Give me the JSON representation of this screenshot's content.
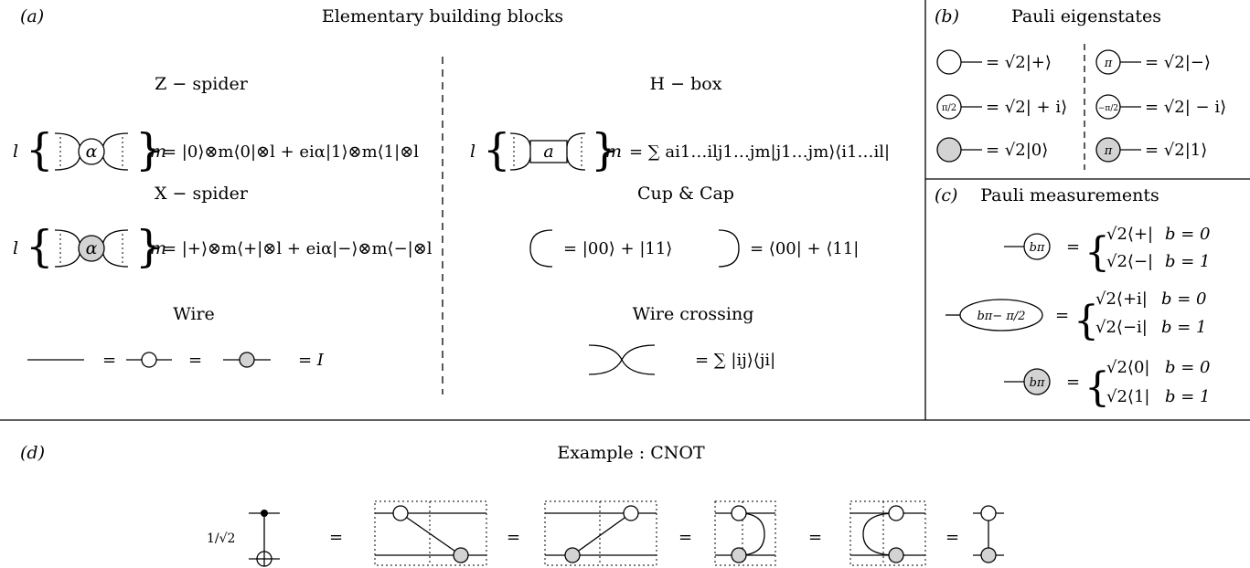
{
  "panels": {
    "a": {
      "label": "(a)",
      "title": "Elementary building blocks",
      "z_spider": {
        "title": "Z − spider",
        "left_index": "l",
        "phase": "α",
        "right_index": "m",
        "equation": "= |0⟩⊗m⟨0|⊗l + eiα|1⟩⊗m⟨1|⊗l"
      },
      "x_spider": {
        "title": "X − spider",
        "left_index": "l",
        "phase": "α",
        "right_index": "m",
        "equation": "= |+⟩⊗m⟨+|⊗l + eiα|−⟩⊗m⟨−|⊗l"
      },
      "wire": {
        "title": "Wire",
        "eq1": "=",
        "eq2": "=",
        "equation": "= I"
      },
      "h_box": {
        "title": "H − box",
        "left_index": "l",
        "label": "a",
        "right_index": "m",
        "equation": "= ∑ ai1…ilj1…jm|j1…jm⟩⟨i1…il|"
      },
      "cup_cap": {
        "title": "Cup & Cap",
        "cup_equation": "= |00⟩ + |11⟩",
        "cap_equation": "= ⟨00| + ⟨11|"
      },
      "wire_crossing": {
        "title": "Wire crossing",
        "equation": "= ∑ |ij⟩⟨ji|"
      }
    },
    "b": {
      "label": "(b)",
      "title": "Pauli eigenstates",
      "rows": [
        {
          "left_phase": "",
          "left_eq": "= √2|+⟩",
          "right_phase": "π",
          "right_eq": "= √2|−⟩"
        },
        {
          "left_phase": "π/2",
          "left_eq": "= √2| + i⟩",
          "right_phase": "−π/2",
          "right_eq": "= √2| − i⟩"
        },
        {
          "left_phase": "",
          "left_eq": "= √2|0⟩",
          "right_phase": "π",
          "right_eq": "= √2|1⟩"
        }
      ]
    },
    "c": {
      "label": "(c)",
      "title": "Pauli measurements",
      "rows": [
        {
          "phase": "bπ",
          "case0": "√2⟨+|",
          "case1": "√2⟨−|"
        },
        {
          "phase": "bπ− π/2",
          "case0": "√2⟨+i|",
          "case1": "√2⟨−i|"
        },
        {
          "phase": "bπ",
          "case0": "√2⟨0|",
          "case1": "√2⟨1|"
        }
      ],
      "cond0": "b = 0",
      "cond1": "b = 1",
      "equals": "="
    },
    "d": {
      "label": "(d)",
      "title": "Example : CNOT",
      "prefactor": "1/√2",
      "equals": "="
    }
  },
  "colors": {
    "x_spider_fill": "#d3d3d3",
    "z_spider_fill": "#ffffff",
    "ink": "#000000"
  }
}
